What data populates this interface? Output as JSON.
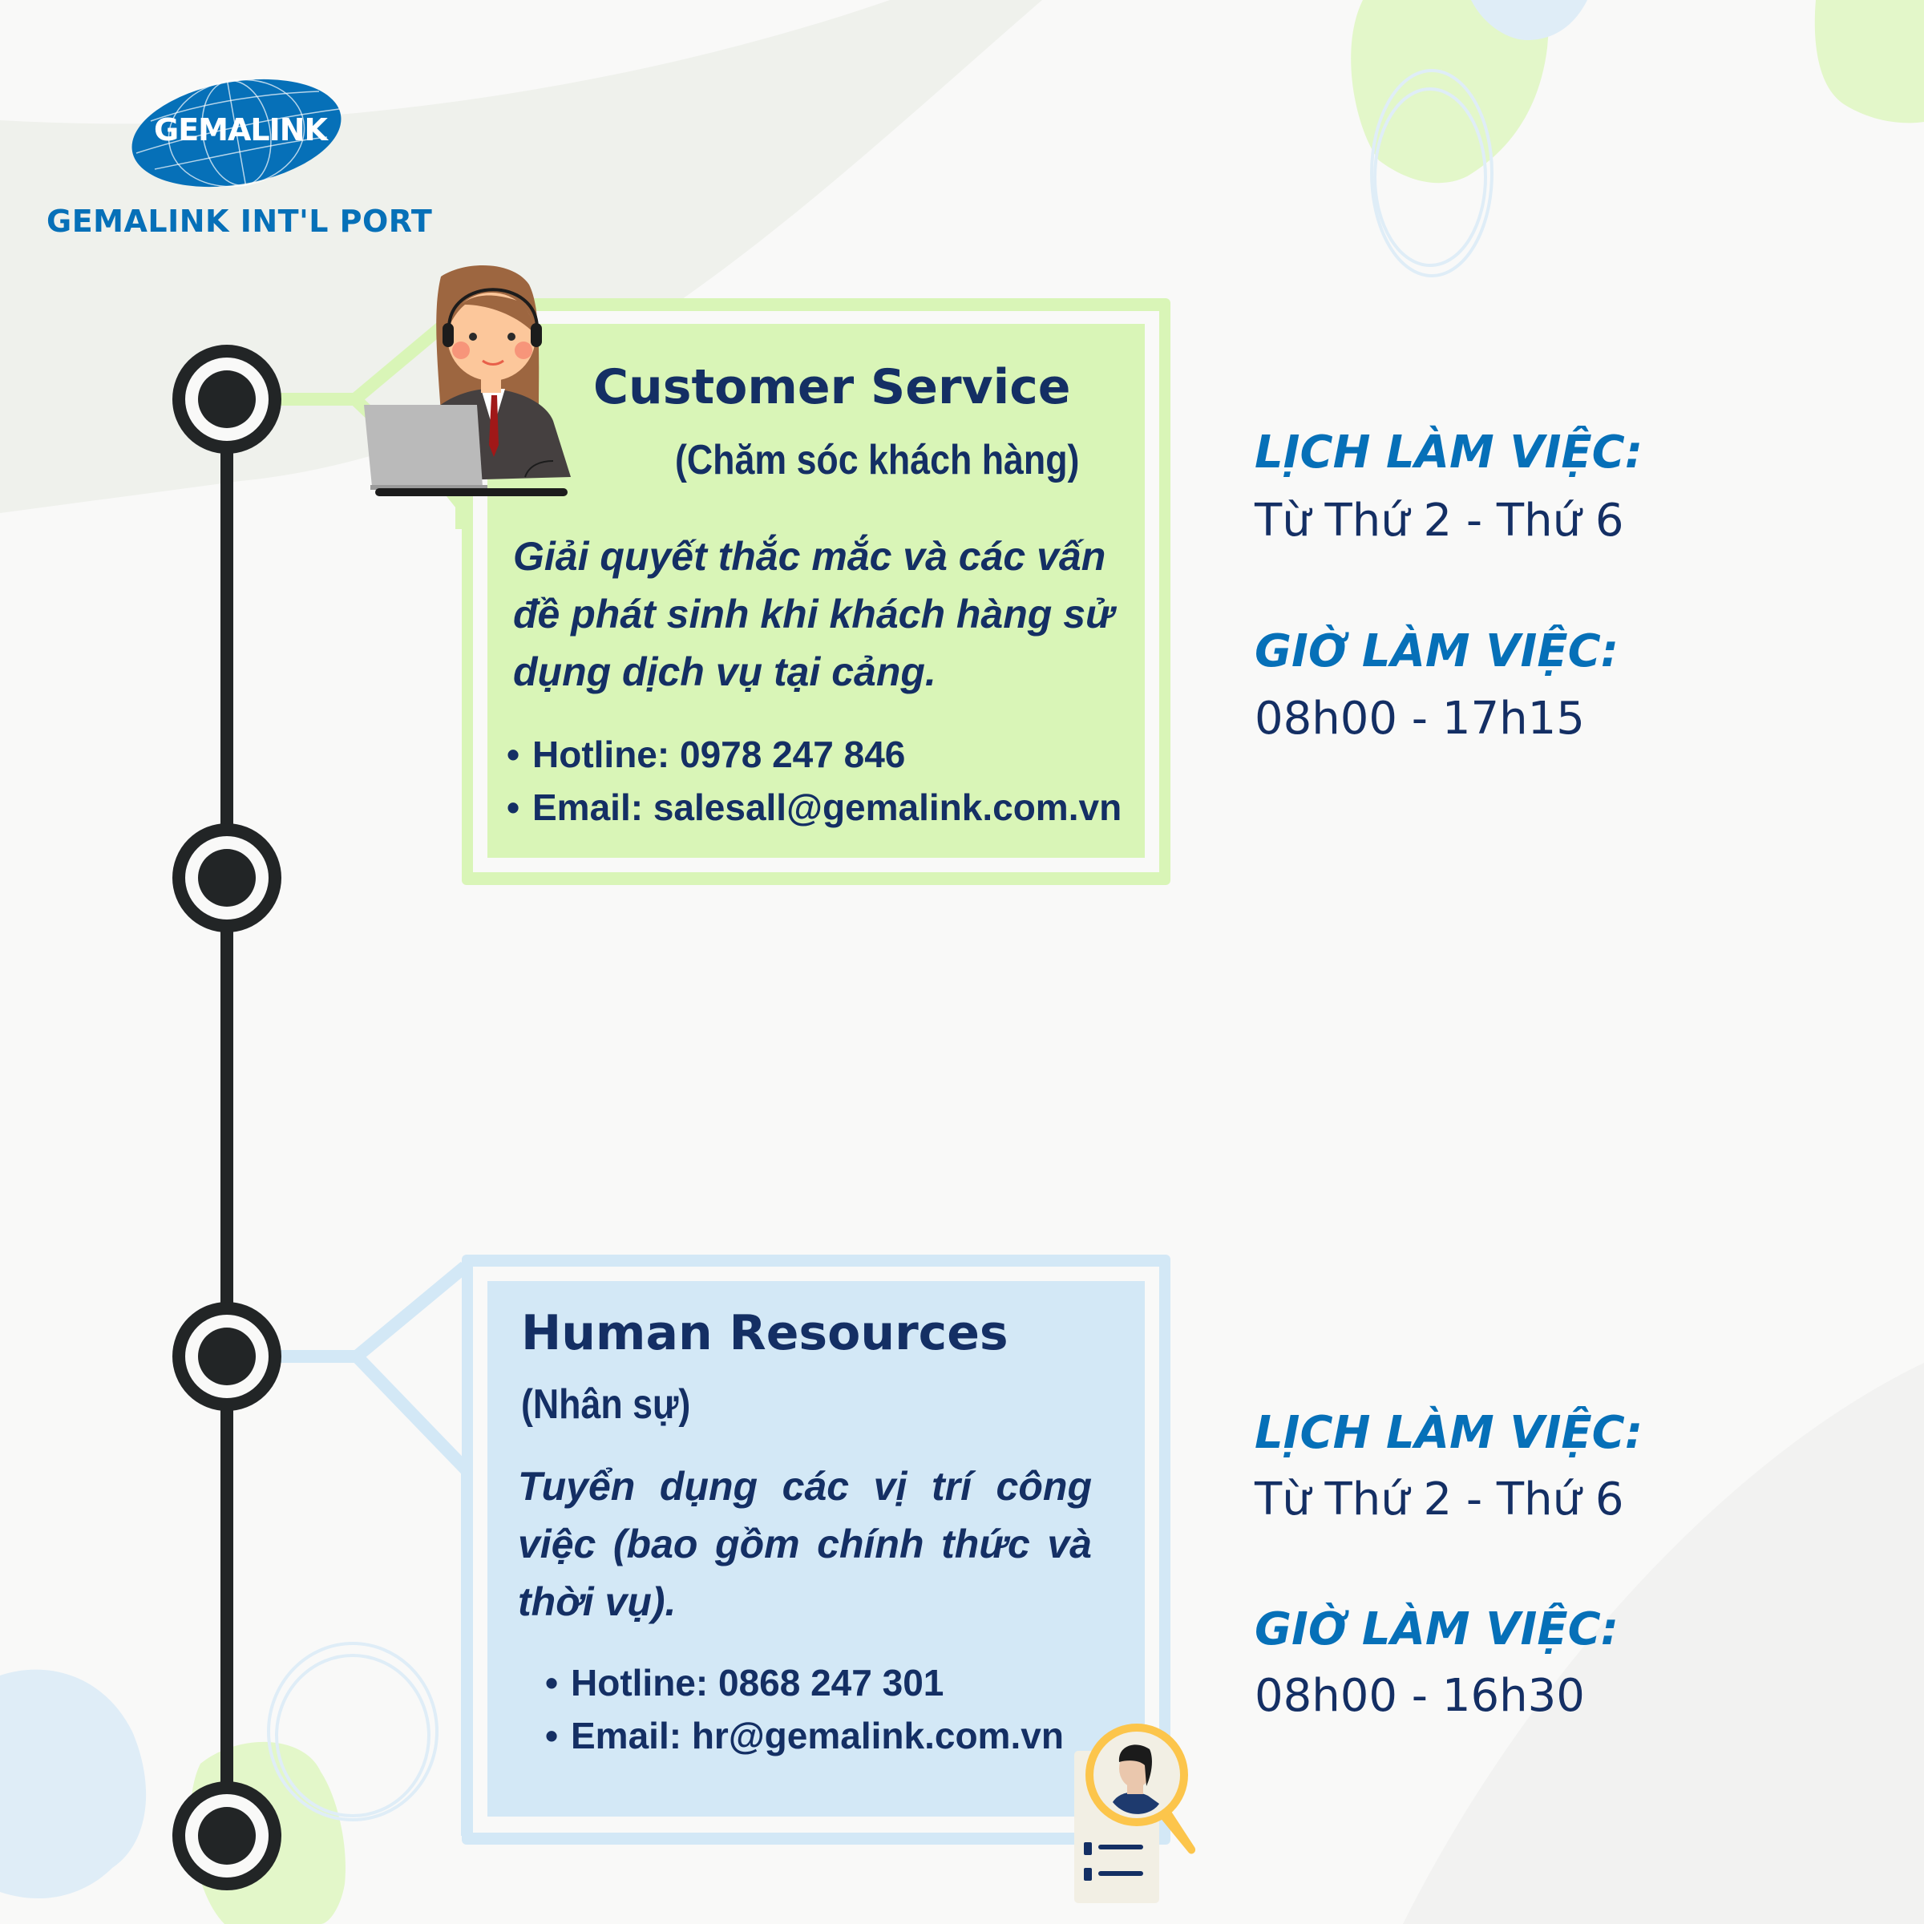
{
  "brand": {
    "logo_text": "GEMALINK",
    "caption": "GEMALINK INT'L PORT",
    "colors": {
      "brand_blue": "#0670b8",
      "navy": "#142f64",
      "cs_green": "#d9f5b7",
      "hr_blue": "#d3e8f6",
      "timeline": "#222526"
    }
  },
  "departments": [
    {
      "title": "Customer Service",
      "subtitle": "(Chăm sóc khách hàng)",
      "description": "Giải quyết thắc mắc và các vấn đề phát sinh khi khách hàng sử dụng dịch vụ tại cảng.",
      "contacts": [
        {
          "label": "Hotline:",
          "value": "0978 247 846"
        },
        {
          "label": "Email:",
          "value": "salesall@gemalink.com.vn"
        }
      ],
      "illustration_icon": "customer-service-agent-icon",
      "schedule": {
        "days_label": "LỊCH LÀM VIỆC:",
        "days_value": "Từ Thứ 2 - Thứ 6",
        "hours_label": "GIỜ LÀM VIỆC:",
        "hours_value": "08h00 - 17h15"
      }
    },
    {
      "title": "Human Resources",
      "subtitle": "(Nhân sự)",
      "description": "Tuyển dụng các vị trí công việc (bao gồm chính thức và thời vụ).",
      "contacts": [
        {
          "label": "Hotline:",
          "value": "0868 247 301"
        },
        {
          "label": "Email:",
          "value": "hr@gemalink.com.vn"
        }
      ],
      "illustration_icon": "recruitment-magnifier-icon",
      "schedule": {
        "days_label": "LỊCH LÀM VIỆC:",
        "days_value": "Từ Thứ 2 - Thứ 6",
        "hours_label": "GIỜ LÀM VIỆC:",
        "hours_value": "08h00 - 16h30"
      }
    }
  ]
}
